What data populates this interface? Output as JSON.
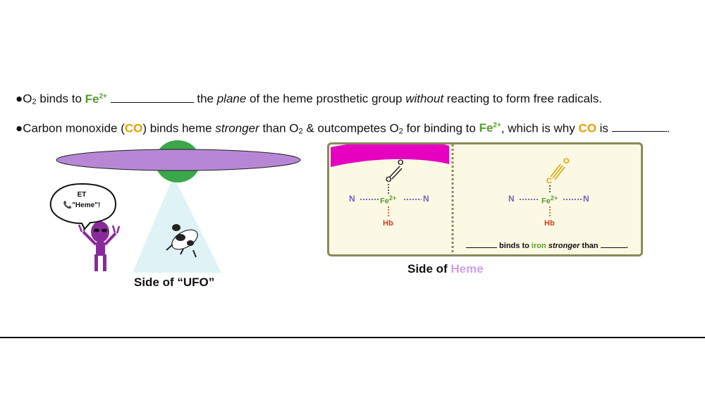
{
  "bullet1": {
    "bullet": "●",
    "o2": "O",
    "o2_sub": "2",
    "t1": " binds to ",
    "fe": "Fe",
    "fe_sup": "2+",
    "t2": " the ",
    "plane": "plane",
    "t3": " of the heme prosthetic group ",
    "without": "without",
    "t4": " reacting to form free radicals."
  },
  "bullet2": {
    "bullet": "●",
    "t1": "Carbon monoxide (",
    "co": "CO",
    "t2": ") binds heme ",
    "stronger": "stronger",
    "t3": " than O",
    "sub2": "2",
    "t4": " & outcompetes O",
    "sub3": "2",
    "t5": " for binding to ",
    "fe": "Fe",
    "fe_sup": "2+",
    "t6": ", which is why ",
    "co2": "CO",
    "t7": " is ",
    "t8": "."
  },
  "ufo_panel": {
    "speech_line1": "ET",
    "phone_glyph": "📞",
    "speech_line2": "\"Heme\"!",
    "caption": "Side of “UFO”"
  },
  "heme_panel": {
    "left": {
      "o_top": "O",
      "o_low": "O",
      "n_left": "N",
      "fe": "Fe",
      "fe_sup": "2+",
      "n_right": "N",
      "hb": "Hb"
    },
    "right": {
      "o": "O",
      "c": "C",
      "n_left": "N",
      "fe": "Fe",
      "fe_sup": "2+",
      "n_right": "N",
      "hb": "Hb"
    },
    "sentence": {
      "t1": " binds to ",
      "iron": "iron",
      "t2": " ",
      "stronger": "stronger",
      "t3": " than ",
      "t4": "."
    },
    "caption_prefix": "Side of ",
    "caption_heme": "Heme"
  },
  "colors": {
    "ufo_disc": "#b787d6",
    "ufo_dome": "#3aa84a",
    "alien": "#8a2a9a",
    "fe_green": "#5a9a2a",
    "co_gold": "#e1a000",
    "magenta": "#e600c0"
  }
}
